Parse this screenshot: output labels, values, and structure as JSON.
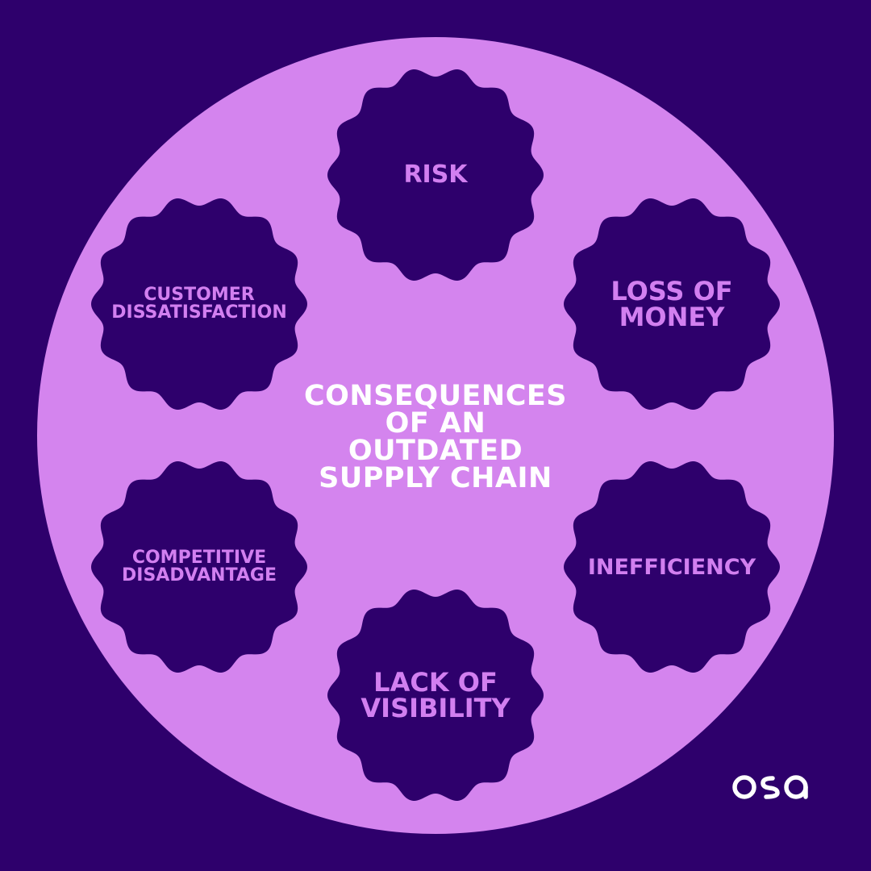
{
  "title": "CONSEQUENCES\nOF AN\nOUTDATED\nSUPPLY CHAIN",
  "colors": {
    "background": "#2e006c",
    "circle": "#d484ee",
    "blob": "#2e006c",
    "blob_text": "#d27ff0",
    "title_text": "#ffffff",
    "logo": "#ffffff"
  },
  "nodes": [
    {
      "id": "risk",
      "label": "RISK"
    },
    {
      "id": "loss-of-money",
      "label": "LOSS OF\nMONEY"
    },
    {
      "id": "inefficiency",
      "label": "INEFFICIENCY"
    },
    {
      "id": "lack-of-visibility",
      "label": "LACK OF\nVISIBILITY"
    },
    {
      "id": "competitive-disadvantage",
      "label": "COMPETITIVE\nDISADVANTAGE"
    },
    {
      "id": "customer-dissatisfaction",
      "label": "CUSTOMER\nDISSATISFACTION"
    }
  ],
  "logo": {
    "icon": "osa-logo-icon"
  }
}
